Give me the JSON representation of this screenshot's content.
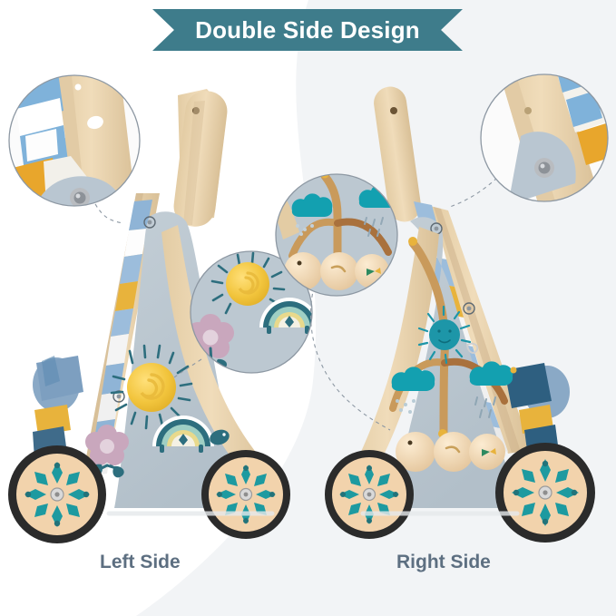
{
  "banner": {
    "title": "Double Side Design",
    "background_color": "#3e7c8b",
    "text_color": "#ffffff",
    "shape": "ribbon-chevron"
  },
  "labels": {
    "left": "Left Side",
    "right": "Right Side",
    "color": "#5d6f81"
  },
  "background": {
    "left_color": "#ffffff",
    "right_color": "#f2f4f6"
  },
  "product": {
    "name": "wooden baby push walker",
    "panel_color": "#bac6cf",
    "wood_color": "#e9d6b3",
    "wood_dark": "#d8bf95",
    "wheel_face": "#f2d3ac",
    "wheel_rim": "#2b2b2b",
    "hub_color": "#cfcfcf"
  },
  "left_side": {
    "caption": "Left Side",
    "decorations": [
      {
        "name": "sun",
        "color": "#f2c53d",
        "detail": "spiral center with teal rays"
      },
      {
        "name": "flower",
        "color": "#c9a7bd",
        "detail": "five petals, teal stem and leaves"
      },
      {
        "name": "turtle",
        "color": "#2d6e7e",
        "detail": "rainbow shell with heart"
      }
    ],
    "blocks": [
      {
        "color": "#7d9fc0"
      },
      {
        "color": "#e8b33c"
      },
      {
        "color": "#3f6b8a"
      }
    ],
    "callouts": [
      {
        "id": "hinge-detail",
        "position": "top-left",
        "subject": "folding hinge screw"
      },
      {
        "id": "decor-detail",
        "position": "center",
        "subject": "sun, flower and rainbow turtle"
      }
    ]
  },
  "right_side": {
    "caption": "Right Side",
    "decorations": [
      {
        "name": "tree",
        "color": "#c99a5b",
        "detail": "branching trunk"
      },
      {
        "name": "cloud",
        "color": "#13a0b0",
        "detail": "raining cloud"
      },
      {
        "name": "sun",
        "color": "#1d96a8",
        "detail": "teal sun with face"
      },
      {
        "name": "beads",
        "color": "#f0d9b5",
        "detail": "three sliding wooden beads"
      }
    ],
    "blocks": [
      {
        "color": "#2e5f80"
      },
      {
        "color": "#e8b33c"
      },
      {
        "color": "#7d9fc0"
      }
    ],
    "callouts": [
      {
        "id": "hinge-detail",
        "position": "top-right",
        "subject": "folding hinge screw"
      },
      {
        "id": "tree-detail",
        "position": "upper-left",
        "subject": "tree, clouds and bead slider"
      }
    ]
  },
  "callout": {
    "border_color": "#8d98a3",
    "connector_style": "dashed"
  }
}
